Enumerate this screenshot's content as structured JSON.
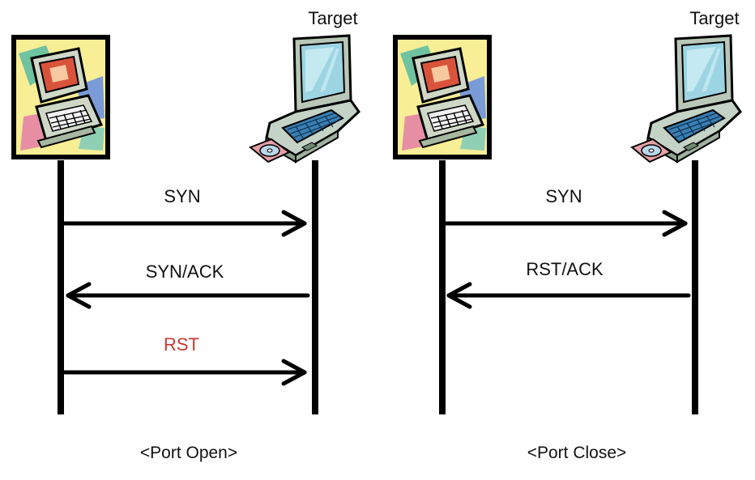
{
  "panels": [
    {
      "target_label": "Target",
      "messages": [
        {
          "text": "SYN",
          "direction": "to-target",
          "color": "#111111"
        },
        {
          "text": "SYN/ACK",
          "direction": "to-client",
          "color": "#111111"
        },
        {
          "text": "RST",
          "direction": "to-target",
          "color": "#c83a32"
        }
      ],
      "caption": "<Port Open>"
    },
    {
      "target_label": "Target",
      "messages": [
        {
          "text": "SYN",
          "direction": "to-target",
          "color": "#111111"
        },
        {
          "text": "RST/ACK",
          "direction": "to-client",
          "color": "#111111"
        }
      ],
      "caption": "<Port Close>"
    }
  ],
  "colors": {
    "line": "#000000",
    "rst": "#c83a32",
    "client_bg": "#f7ee96",
    "laptop_body": "#c4d3c6",
    "laptop_screen": "#9cd4e2",
    "keyboard": "#3a7fb4",
    "disc": "#e8a0a8"
  },
  "icons": [
    "client-computer-icon",
    "target-laptop-icon"
  ]
}
